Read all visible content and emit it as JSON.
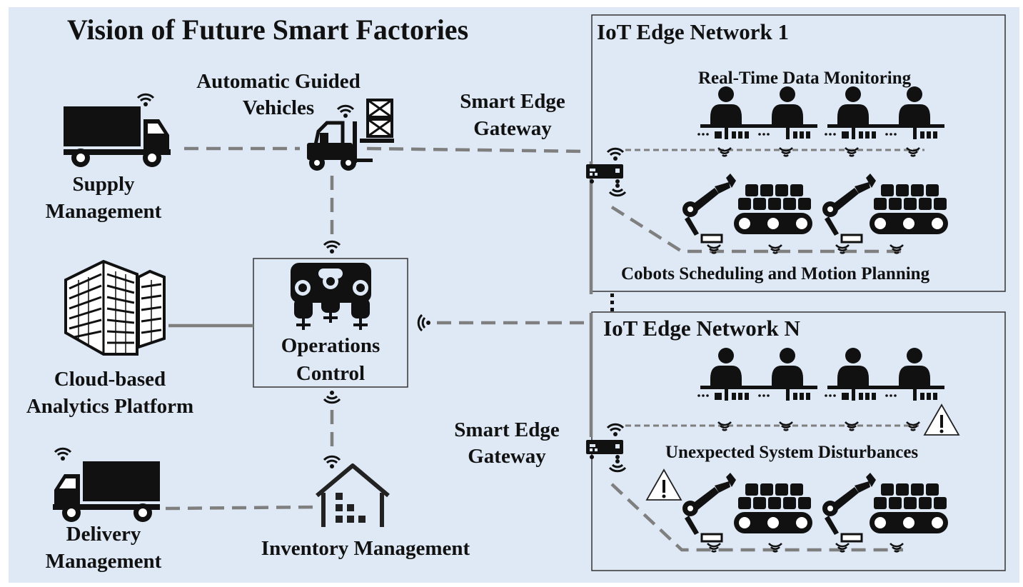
{
  "title": "Vision of Future Smart Factories",
  "edge_network_1": {
    "title": "IoT Edge Network 1",
    "monitoring_label": "Real-Time Data Monitoring",
    "cobots_label": "Cobots Scheduling and Motion Planning"
  },
  "edge_network_n": {
    "title": "IoT Edge Network N",
    "disturbance_label": "Unexpected System Disturbances"
  },
  "agv": {
    "line1": "Automatic Guided",
    "line2": "Vehicles"
  },
  "gateway_top": {
    "line1": "Smart Edge",
    "line2": "Gateway"
  },
  "gateway_bottom": {
    "line1": "Smart Edge",
    "line2": "Gateway"
  },
  "supply": {
    "line1": "Supply",
    "line2": "Management"
  },
  "operations": {
    "line1": "Operations",
    "line2": "Control"
  },
  "cloud": {
    "line1": "Cloud-based",
    "line2": "Analytics Platform"
  },
  "delivery": {
    "line1": "Delivery",
    "line2": "Management"
  },
  "inventory": {
    "label": "Inventory Management"
  },
  "colors": {
    "background": "#dee9f5",
    "connector": "#7f7f7f",
    "icon": "#111111"
  },
  "icons": [
    "supply-truck-icon",
    "forklift-icon",
    "router-icon",
    "cloud-server-icon",
    "operations-control-icon",
    "warehouse-icon",
    "delivery-truck-icon",
    "wifi-icon",
    "warning-icon"
  ]
}
